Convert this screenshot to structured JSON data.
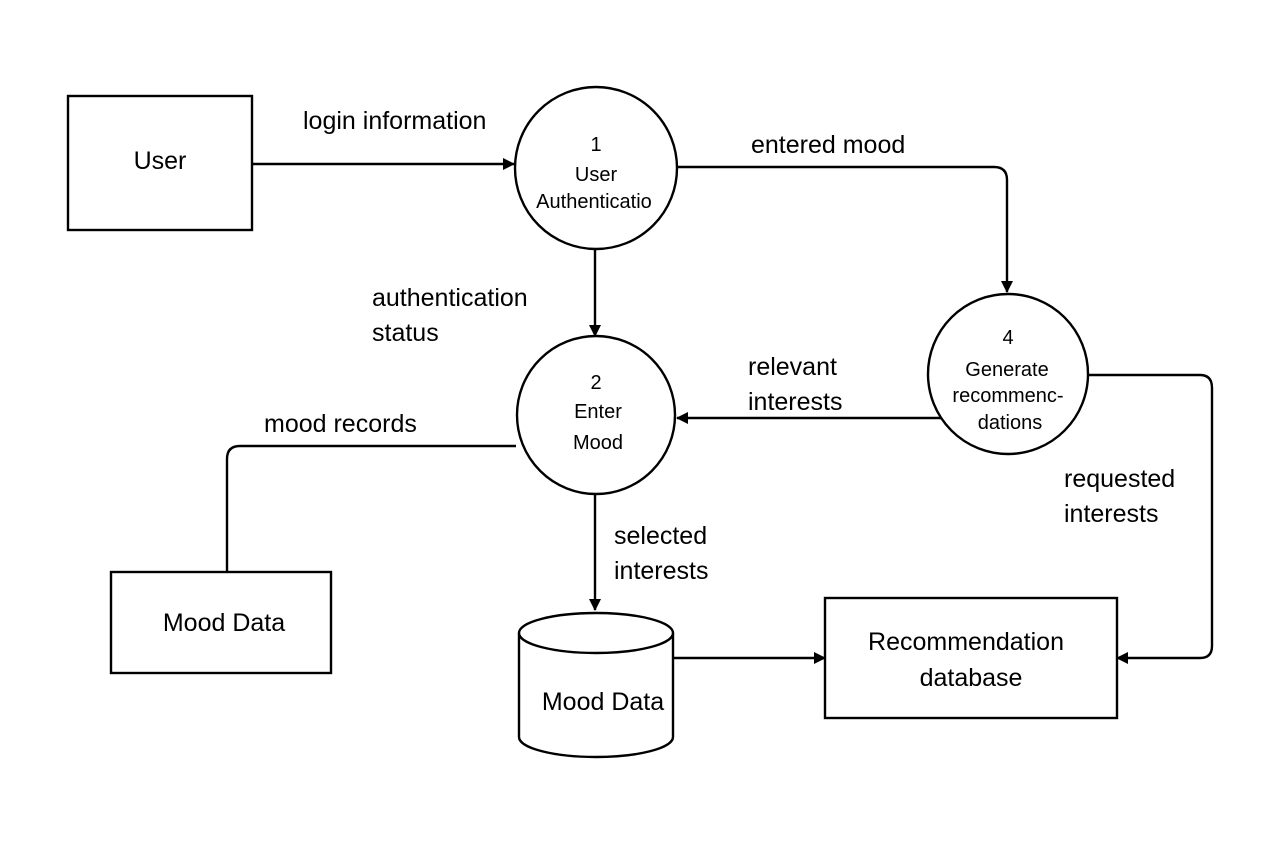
{
  "entities": {
    "user": "User",
    "mood_data_external": "Mood Data",
    "recommendation_database_line1": "Recommendation",
    "recommendation_database_line2": "database"
  },
  "processes": [
    {
      "number": "1",
      "line1": "User",
      "line2": "Authenticatio"
    },
    {
      "number": "2",
      "line1": "Enter",
      "line2": "Mood"
    },
    {
      "number": "4",
      "line1": "Generate",
      "line2": "recommenc-",
      "line3": "dations"
    }
  ],
  "data_store": {
    "label": "Mood Data"
  },
  "flows": {
    "login_information": "login information",
    "entered_mood": "entered mood",
    "authentication_status_line1": "authentication",
    "authentication_status_line2": "status",
    "relevant_interests_line1": "relevant",
    "relevant_interests_line2": "interests",
    "mood_records": "mood records",
    "selected_interests_line1": "selected",
    "selected_interests_line2": "interests",
    "requested_interests_line1": "requested",
    "requested_interests_line2": "interests"
  }
}
